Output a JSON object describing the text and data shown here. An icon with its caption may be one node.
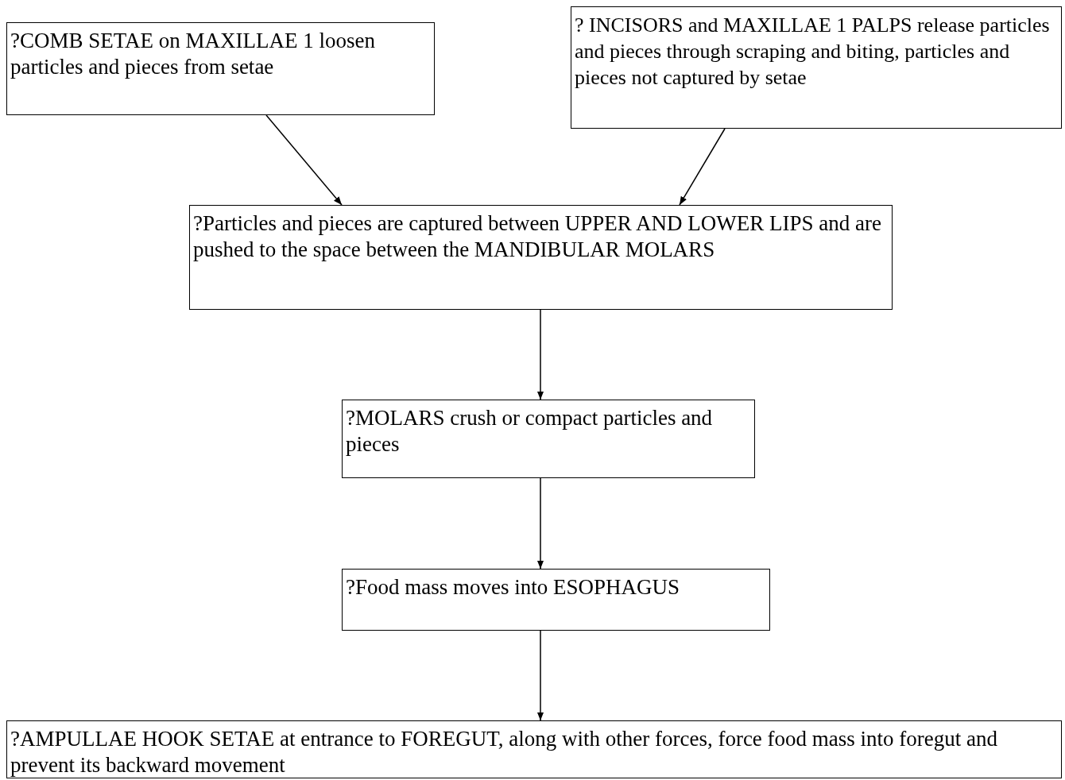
{
  "diagram": {
    "nodes": [
      {
        "text": [
          "?COMB SETAE on MAXILLAE 1 loosen particles and pieces from setae"
        ]
      },
      {
        "text": [
          "? INCISORS and MAXILLAE 1 PALPS release particles and pieces through scraping and biting, particles and pieces not captured by setae"
        ]
      },
      {
        "text": [
          "?Particles and pieces are captured between UPPER AND LOWER LIPS and are pushed to the space between the MANDIBULAR MOLARS"
        ]
      },
      {
        "text": [
          "?MOLARS crush or compact particles and pieces"
        ]
      },
      {
        "text": [
          "?Food mass moves into ESOPHAGUS"
        ]
      },
      {
        "text": [
          "?AMPULLAE HOOK SETAE at entrance to FOREGUT, along with other forces, force food mass into foregut and prevent its backward movement"
        ]
      }
    ],
    "edges": [
      {
        "from": 0,
        "to": 2,
        "arrow": "to"
      },
      {
        "from": 1,
        "to": 2,
        "arrow": "to"
      },
      {
        "from": 2,
        "to": 3,
        "arrow": "to"
      },
      {
        "from": 3,
        "to": 4,
        "arrow": "to"
      },
      {
        "from": 4,
        "to": 5,
        "arrow": "to"
      }
    ]
  }
}
